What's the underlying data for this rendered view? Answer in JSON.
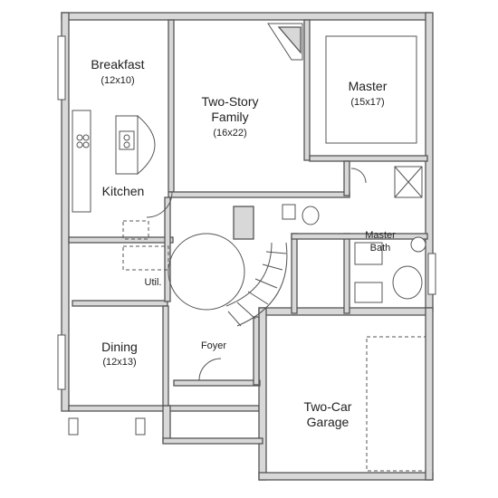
{
  "rooms": {
    "breakfast": {
      "name": "Breakfast",
      "size": "(12x10)"
    },
    "family": {
      "line1": "Two-Story",
      "line2": "Family",
      "size": "(16x22)"
    },
    "master": {
      "name": "Master",
      "size": "(15x17)"
    },
    "kitchen": {
      "name": "Kitchen"
    },
    "master_bath": {
      "line1": "Master",
      "line2": "Bath"
    },
    "utility": {
      "name": "Util."
    },
    "dining": {
      "name": "Dining",
      "size": "(12x13)"
    },
    "foyer": {
      "name": "Foyer"
    },
    "garage": {
      "line1": "Two-Car",
      "line2": "Garage"
    }
  }
}
